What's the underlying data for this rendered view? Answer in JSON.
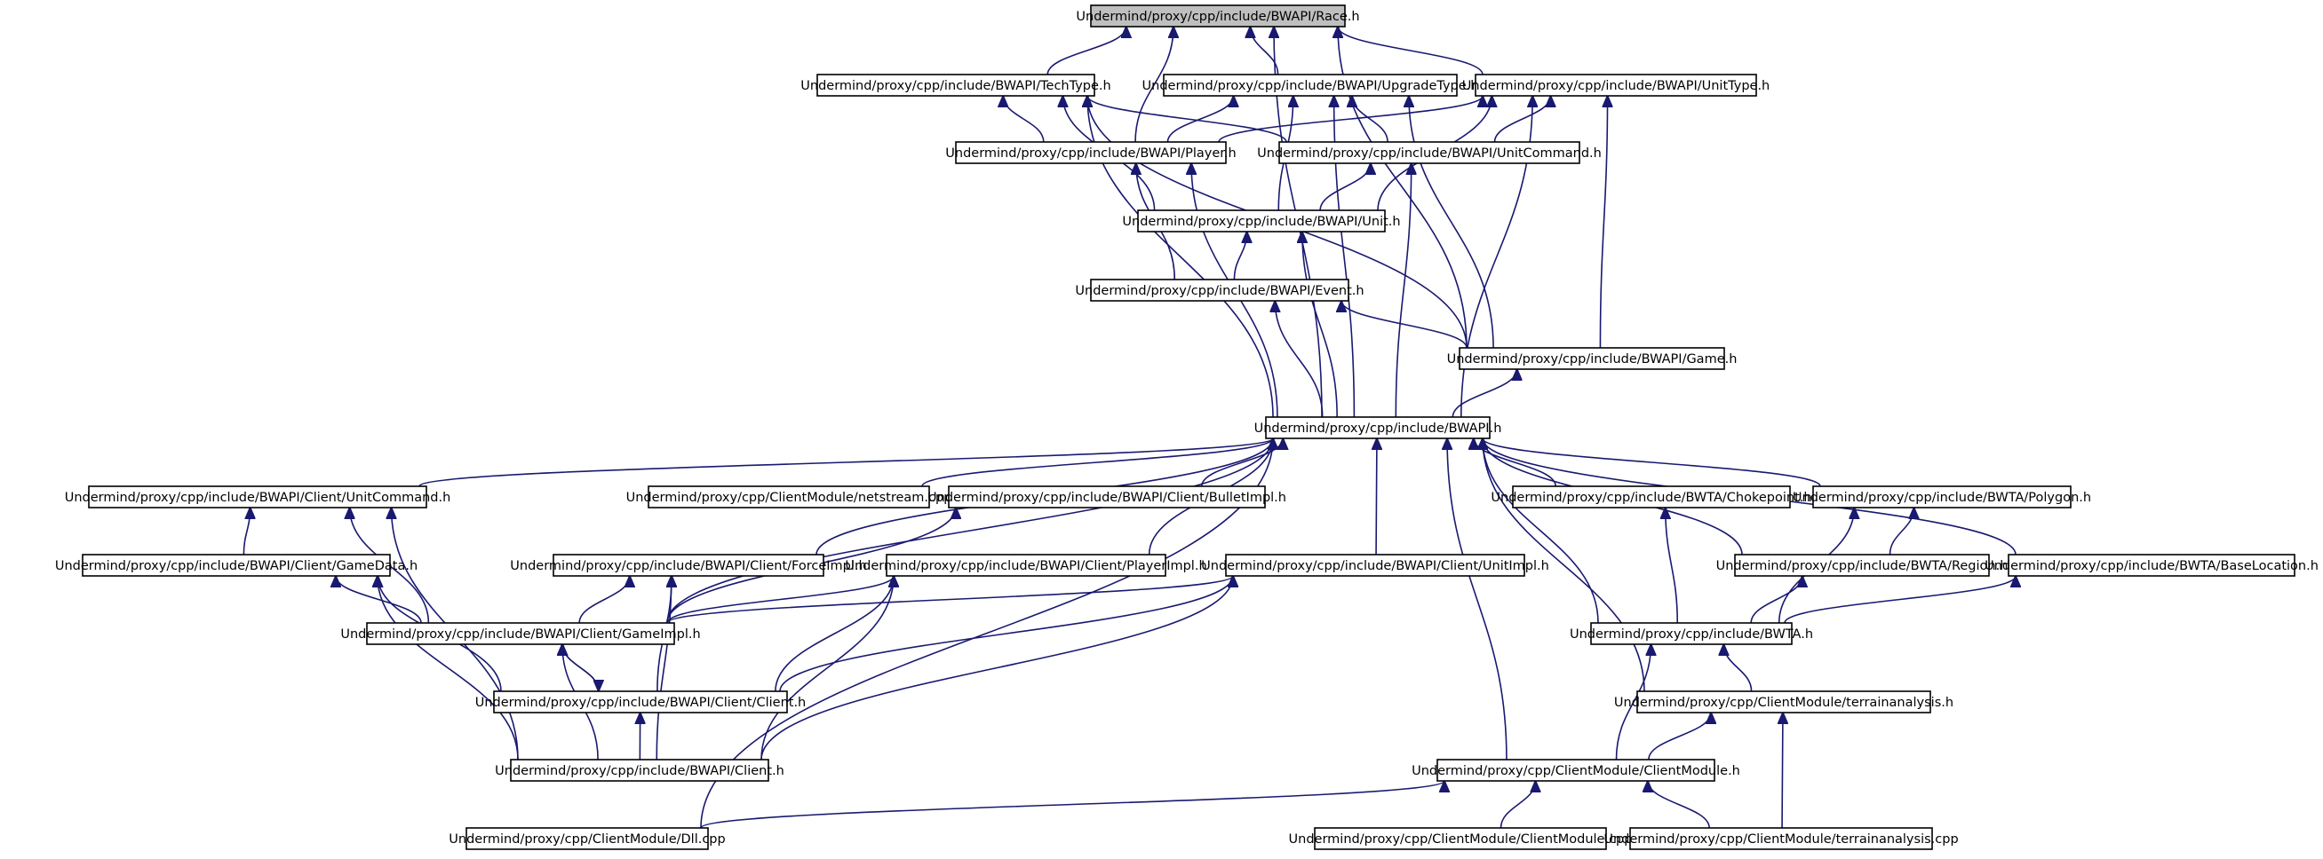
{
  "diagram": {
    "title": "Undermind/proxy/cpp/include/BWAPI/Race.h",
    "nodes": {
      "race": "Undermind/proxy/cpp/include/BWAPI/Race.h",
      "techtype": "Undermind/proxy/cpp/include/BWAPI/TechType.h",
      "upgradetype": "Undermind/proxy/cpp/include/BWAPI/UpgradeType.h",
      "unittype": "Undermind/proxy/cpp/include/BWAPI/UnitType.h",
      "player": "Undermind/proxy/cpp/include/BWAPI/Player.h",
      "unitcommand": "Undermind/proxy/cpp/include/BWAPI/UnitCommand.h",
      "unit": "Undermind/proxy/cpp/include/BWAPI/Unit.h",
      "event": "Undermind/proxy/cpp/include/BWAPI/Event.h",
      "game": "Undermind/proxy/cpp/include/BWAPI/Game.h",
      "bwapi": "Undermind/proxy/cpp/include/BWAPI.h",
      "c_unitcommand": "Undermind/proxy/cpp/include/BWAPI/Client/UnitCommand.h",
      "netstream": "Undermind/proxy/cpp/ClientModule/netstream.cpp",
      "bulletimpl": "Undermind/proxy/cpp/include/BWAPI/Client/BulletImpl.h",
      "chokepoint": "Undermind/proxy/cpp/include/BWTA/Chokepoint.h",
      "polygon": "Undermind/proxy/cpp/include/BWTA/Polygon.h",
      "gamedata": "Undermind/proxy/cpp/include/BWAPI/Client/GameData.h",
      "forceimpl": "Undermind/proxy/cpp/include/BWAPI/Client/ForceImpl.h",
      "playerimpl": "Undermind/proxy/cpp/include/BWAPI/Client/PlayerImpl.h",
      "unitimpl": "Undermind/proxy/cpp/include/BWAPI/Client/UnitImpl.h",
      "region": "Undermind/proxy/cpp/include/BWTA/Region.h",
      "baselocation": "Undermind/proxy/cpp/include/BWTA/BaseLocation.h",
      "gameimpl": "Undermind/proxy/cpp/include/BWAPI/Client/GameImpl.h",
      "bwta": "Undermind/proxy/cpp/include/BWTA.h",
      "c_client": "Undermind/proxy/cpp/include/BWAPI/Client/Client.h",
      "terrainanalysis_h": "Undermind/proxy/cpp/ClientModule/terrainanalysis.h",
      "client_h": "Undermind/proxy/cpp/include/BWAPI/Client.h",
      "clientmodule_h": "Undermind/proxy/cpp/ClientModule/ClientModule.h",
      "dll": "Undermind/proxy/cpp/ClientModule/Dll.cpp",
      "clientmodule_cpp": "Undermind/proxy/cpp/ClientModule/ClientModule.cpp",
      "terrainanalysis_cpp": "Undermind/proxy/cpp/ClientModule/terrainanalysis.cpp"
    },
    "edges": [
      [
        "techtype",
        "race"
      ],
      [
        "upgradetype",
        "race"
      ],
      [
        "unittype",
        "race"
      ],
      [
        "player",
        "race"
      ],
      [
        "bwapi",
        "race"
      ],
      [
        "game",
        "race"
      ],
      [
        "player",
        "techtype"
      ],
      [
        "unitcommand",
        "techtype"
      ],
      [
        "unit",
        "techtype"
      ],
      [
        "game",
        "techtype"
      ],
      [
        "bwapi",
        "techtype"
      ],
      [
        "player",
        "upgradetype"
      ],
      [
        "unitcommand",
        "upgradetype"
      ],
      [
        "unit",
        "upgradetype"
      ],
      [
        "game",
        "upgradetype"
      ],
      [
        "bwapi",
        "upgradetype"
      ],
      [
        "player",
        "unittype"
      ],
      [
        "unitcommand",
        "unittype"
      ],
      [
        "unit",
        "unittype"
      ],
      [
        "game",
        "unittype"
      ],
      [
        "bwapi",
        "unittype"
      ],
      [
        "event",
        "player"
      ],
      [
        "bwapi",
        "player"
      ],
      [
        "unit",
        "unitcommand"
      ],
      [
        "bwapi",
        "unitcommand"
      ],
      [
        "event",
        "unit"
      ],
      [
        "bwapi",
        "unit"
      ],
      [
        "game",
        "event"
      ],
      [
        "bwapi",
        "event"
      ],
      [
        "bwapi",
        "game"
      ],
      [
        "c_unitcommand",
        "bwapi"
      ],
      [
        "netstream",
        "bwapi"
      ],
      [
        "bulletimpl",
        "bwapi"
      ],
      [
        "chokepoint",
        "bwapi"
      ],
      [
        "polygon",
        "bwapi"
      ],
      [
        "forceimpl",
        "bwapi"
      ],
      [
        "playerimpl",
        "bwapi"
      ],
      [
        "unitimpl",
        "bwapi"
      ],
      [
        "region",
        "bwapi"
      ],
      [
        "baselocation",
        "bwapi"
      ],
      [
        "gameimpl",
        "bwapi"
      ],
      [
        "bwta",
        "bwapi"
      ],
      [
        "terrainanalysis_h",
        "bwapi"
      ],
      [
        "clientmodule_h",
        "bwapi"
      ],
      [
        "dll",
        "bwapi"
      ],
      [
        "gamedata",
        "c_unitcommand"
      ],
      [
        "gameimpl",
        "c_unitcommand"
      ],
      [
        "client_h",
        "c_unitcommand"
      ],
      [
        "gameimpl",
        "gamedata"
      ],
      [
        "c_client",
        "gamedata"
      ],
      [
        "client_h",
        "gamedata"
      ],
      [
        "gameimpl",
        "bulletimpl"
      ],
      [
        "gameimpl",
        "forceimpl"
      ],
      [
        "c_client",
        "forceimpl"
      ],
      [
        "client_h",
        "forceimpl"
      ],
      [
        "gameimpl",
        "playerimpl"
      ],
      [
        "c_client",
        "playerimpl"
      ],
      [
        "client_h",
        "playerimpl"
      ],
      [
        "gameimpl",
        "unitimpl"
      ],
      [
        "c_client",
        "unitimpl"
      ],
      [
        "client_h",
        "unitimpl"
      ],
      [
        "c_client",
        "gameimpl"
      ],
      [
        "gameimpl",
        "c_client"
      ],
      [
        "client_h",
        "gameimpl"
      ],
      [
        "client_h",
        "c_client"
      ],
      [
        "bwta",
        "chokepoint"
      ],
      [
        "bwta",
        "polygon"
      ],
      [
        "region",
        "polygon"
      ],
      [
        "bwta",
        "region"
      ],
      [
        "bwta",
        "baselocation"
      ],
      [
        "terrainanalysis_h",
        "bwta"
      ],
      [
        "clientmodule_h",
        "bwta"
      ],
      [
        "clientmodule_h",
        "terrainanalysis_h"
      ],
      [
        "terrainanalysis_cpp",
        "terrainanalysis_h"
      ],
      [
        "dll",
        "clientmodule_h"
      ],
      [
        "clientmodule_cpp",
        "clientmodule_h"
      ],
      [
        "terrainanalysis_cpp",
        "clientmodule_h"
      ]
    ]
  }
}
